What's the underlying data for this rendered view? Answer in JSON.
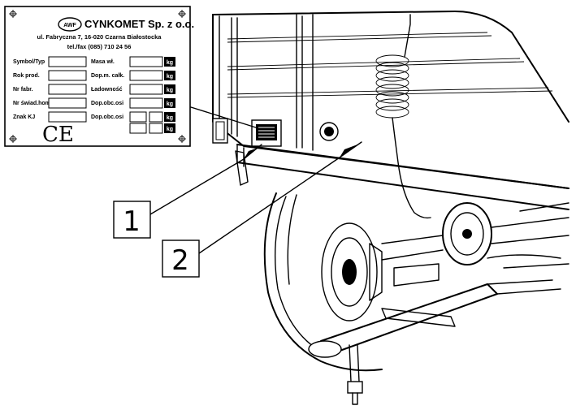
{
  "plate": {
    "logo_text": "AWF",
    "company": "CYNKOMET Sp. z o.o.",
    "address": "ul. Fabryczna 7, 16-020 Czarna Białostocka",
    "phone": "tel./fax (085) 710 24 56",
    "fields_left": [
      "Symbol/Typ",
      "Rok prod.",
      "Nr fabr.",
      "Nr świad.hom.",
      "Znak KJ"
    ],
    "fields_right": [
      "Masa wł.",
      "Dop.m. całk.",
      "Ładowność",
      "Dop.obc.osi",
      "Dop.obc.osi"
    ],
    "unit": "kg",
    "ce_mark": "CE"
  },
  "callouts": [
    {
      "number": "1"
    },
    {
      "number": "2"
    }
  ]
}
